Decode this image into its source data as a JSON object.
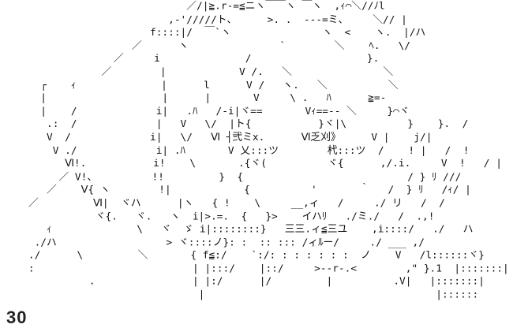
{
  "art": {
    "lines": [
      "                            ／/|≧.r-=≦ニヽ￣￣ヽ ￣ヽ  ,ｨ⌒＼//ﾉl",
      "                         ,-'/////ト、     >. .  ---=ミ、    ＼// |",
      "                      f::::|/  ￣`ヽ               ヽ  <    ヽ.  |/ハ",
      "                   ／      ヽ               `        ＼    ﾍ.   \\/",
      "                ／     i              /                   }.",
      "              ／        |            V /.   ＼               ＼",
      "    ┌    ｨ              |      l      V /   ヽ.   ＼          ＼",
      "    |                   |      |       V     \\ .   ﾊ      ≧=-",
      "    |    /             i|   .ﾊ   /-i|ヾ==       Vｨ==-- ＼     }⌒ヾ",
      "     .:  /             |   V   \\/  |ト{           }ヾ|\\          }    }.  /",
      "     V  /             i|   \\/   Ⅵ ┤弐ミx.      Ⅵ乏刈》     V |    j/|",
      "      V ./             i| .ﾊ       V 乂:::ツ        杙:::ツ  /    ! |   /  !",
      "        Ⅵ!.           i!    \\       .{ヾ(          ヾ{      ,/.i.     V  !   / |",
      "       ／ V!、         !!         }  {                           / } ﾘ ///",
      "     ／    Ⅴ{ ヽ        !|            {          '       ｀   /  } ﾘ   /ｨ/ |",
      "  ／         Ⅵ|  ヾハ      |ヽ   { !    \\     __,ィ   /     ./ リ   /  /",
      "             ヾ{.   ヾ.   ヽ  i|>.=.  {   }>    イハﾘ   ./ミ./   /  .,!",
      "     ｨ              \\   ヾ  ゞ i|::::::::}   三三.ィ≦三ユ    ,i::::/   ./   ハ",
      "   ./ハ                  > ヾ::::ノ}: :  :: ::: /ィﾙー/     ./ ___ ,/",
      "  ./      \\         ＼       { f≦:/    `:/: : : : : : :  ノ    V   /l::::::ヾ}",
      "  :                          | |:::/    |::/     >-‐r-.<        ,\" }.1  |:::::::|",
      "            .                | |:/      |/         |          .V|   |:::::::|",
      "                              |                                      |::::::"
    ]
  },
  "page_number": "30"
}
